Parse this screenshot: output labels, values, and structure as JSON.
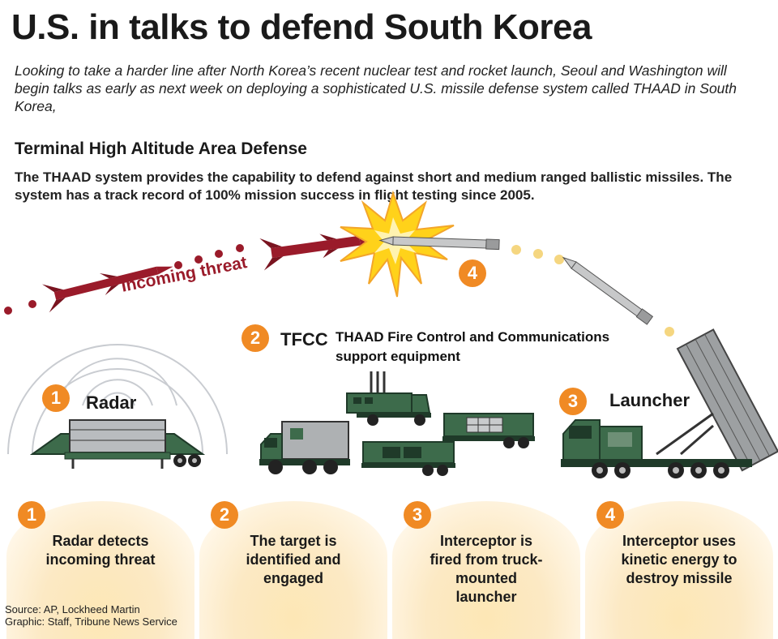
{
  "header": {
    "title": "U.S. in talks to defend South Korea",
    "intro": "Looking to take a harder line after North Korea’s recent nuclear test and rocket launch, Seoul and Washington will begin talks as early as next week on deploying a sophisticated U.S. missile defense system called THAAD in South Korea,",
    "subhead": "Terminal High Altitude Area Defense",
    "description": "The THAAD system provides the capability to defend against short and medium ranged ballistic missiles. The system has a track record of 100% mission success in flight testing since 2005."
  },
  "diagram": {
    "threat_label": "Incoming threat",
    "intercept_number": "4",
    "radar": {
      "number": "1",
      "label": "Radar"
    },
    "tfcc": {
      "number": "2",
      "label": "TFCC",
      "description": "THAAD Fire Control and Communications support equipment"
    },
    "launcher": {
      "number": "3",
      "label": "Launcher"
    }
  },
  "steps": [
    {
      "number": "1",
      "text": "Radar detects incoming threat"
    },
    {
      "number": "2",
      "text": "The target is identified and engaged"
    },
    {
      "number": "3",
      "text": "Interceptor is fired from truck-mounted launcher"
    },
    {
      "number": "4",
      "text": "Interceptor uses kinetic energy to destroy missile"
    }
  ],
  "source": {
    "line1": "Source: AP, Lockheed Martin",
    "line2": "Graphic: Staff, Tribune News Service"
  },
  "colors": {
    "orange": "#f08a24",
    "threat_red": "#9a1b2a",
    "vehicle_green": "#3d6b4b",
    "dot_yellow": "#f5d680"
  }
}
